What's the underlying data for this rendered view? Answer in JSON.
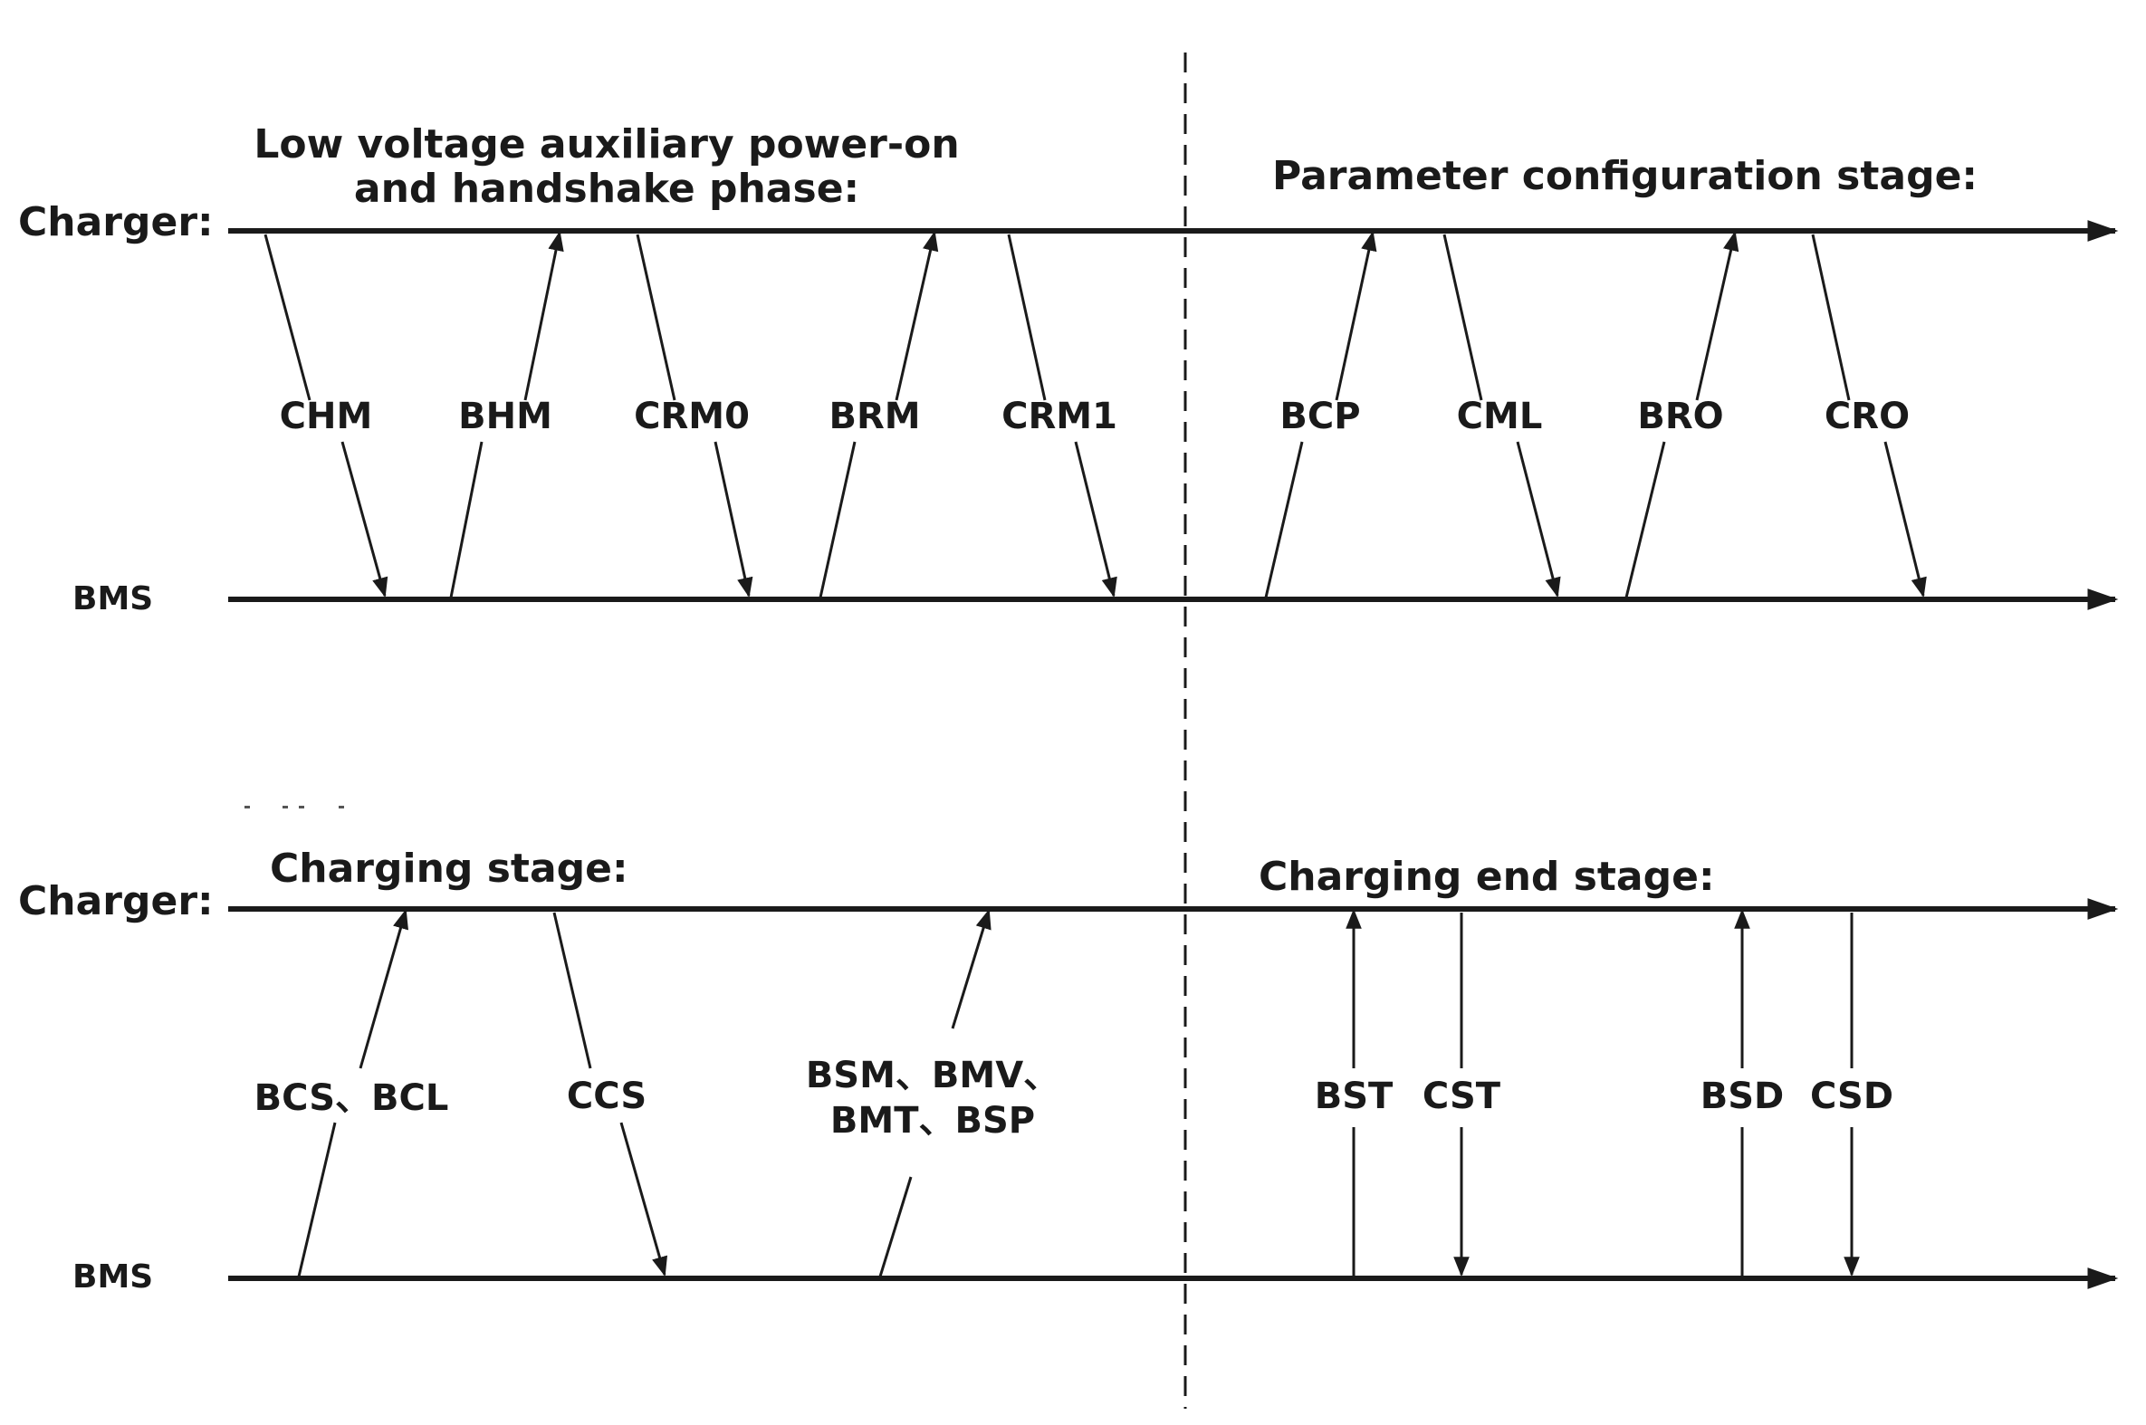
{
  "colors": {
    "line": "#1a1a1a",
    "text": "#1a1a1a",
    "background": "#ffffff"
  },
  "top": {
    "charger_label": "Charger:",
    "bms_label": "BMS",
    "phase_left": "Low voltage auxiliary power-on\nand handshake phase:",
    "phase_right": "Parameter configuration stage:",
    "messages": [
      {
        "text": "CHM",
        "direction": "charger-to-bms"
      },
      {
        "text": "BHM",
        "direction": "bms-to-charger"
      },
      {
        "text": "CRM0",
        "direction": "charger-to-bms"
      },
      {
        "text": "BRM",
        "direction": "bms-to-charger"
      },
      {
        "text": "CRM1",
        "direction": "charger-to-bms"
      },
      {
        "text": "BCP",
        "direction": "bms-to-charger"
      },
      {
        "text": "CML",
        "direction": "charger-to-bms"
      },
      {
        "text": "BRO",
        "direction": "bms-to-charger"
      },
      {
        "text": "CRO",
        "direction": "charger-to-bms"
      }
    ]
  },
  "bottom": {
    "charger_label": "Charger:",
    "bms_label": "BMS",
    "phase_left": "Charging stage:",
    "phase_right": "Charging end stage:",
    "messages": [
      {
        "text": "BCS、BCL",
        "direction": "bms-to-charger"
      },
      {
        "text": "CCS",
        "direction": "charger-to-bms"
      },
      {
        "text": "BSM、BMV、\nBMT、BSP",
        "direction": "bms-to-charger"
      },
      {
        "text": "BST",
        "direction": "bms-to-charger"
      },
      {
        "text": "CST",
        "direction": "charger-to-bms"
      },
      {
        "text": "BSD",
        "direction": "bms-to-charger"
      },
      {
        "text": "CSD",
        "direction": "charger-to-bms"
      }
    ]
  }
}
